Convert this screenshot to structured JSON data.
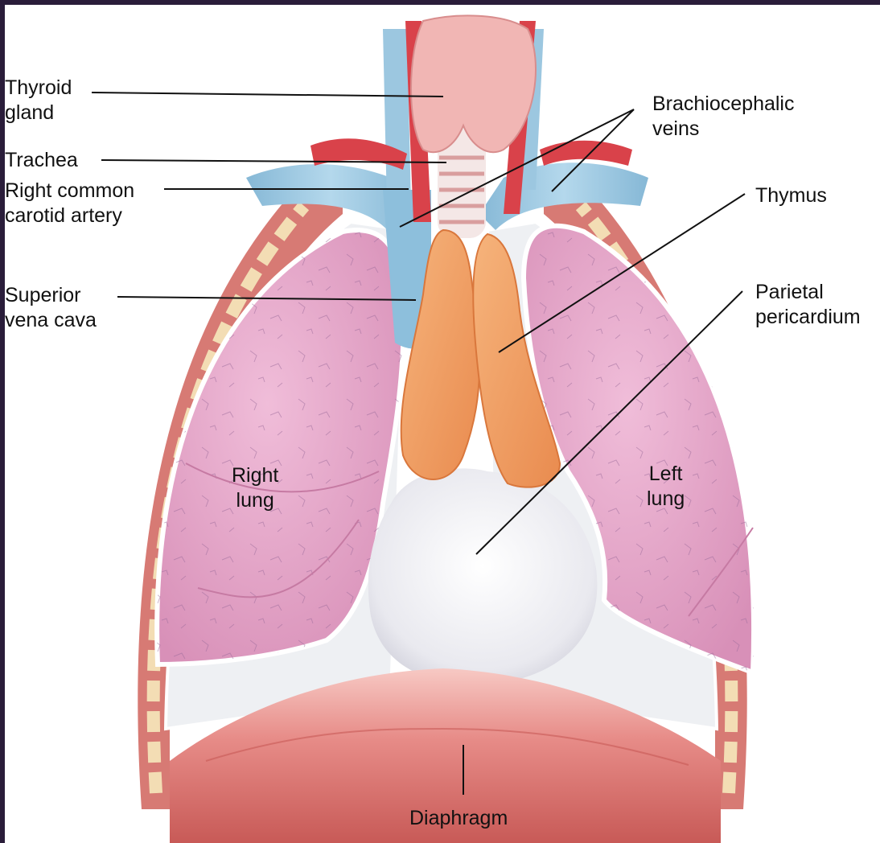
{
  "labels": {
    "thyroid_gland": "Thyroid\ngland",
    "trachea": "Trachea",
    "right_common_carotid_artery": "Right common\ncarotid artery",
    "superior_vena_cava": "Superior\nvena cava",
    "brachiocephalic_veins": "Brachiocephalic\nveins",
    "thymus": "Thymus",
    "parietal_pericardium": "Parietal\npericardium",
    "right_lung": "Right\nlung",
    "left_lung": "Left\nlung",
    "diaphragm": "Diaphragm"
  },
  "colors": {
    "lung": "#e3a3c6",
    "lung_edge": "#c67aa3",
    "thymus": "#f0a066",
    "thyroid": "#f1b6b4",
    "vein": "#9cc7e0",
    "artery": "#d9424a",
    "pericardium": "#f3f3f5",
    "diaphragm": "#e58a8a",
    "chest_wall": "#d77a74",
    "rib": "#f3ddb4"
  }
}
